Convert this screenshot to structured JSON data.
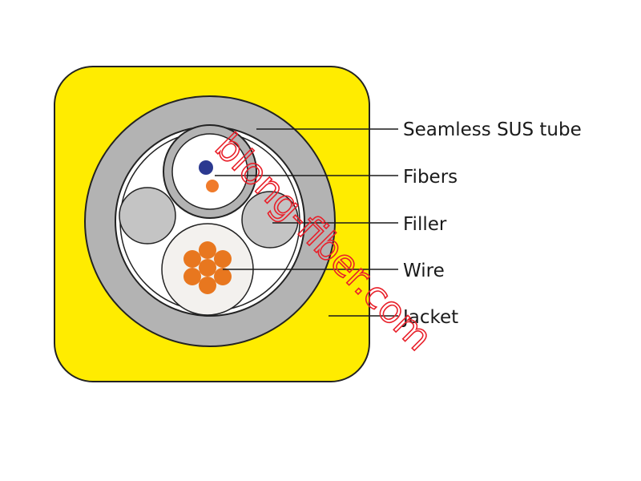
{
  "labels": {
    "sus_tube": "Seamless SUS tube",
    "fibers": "Fibers",
    "filler": "Filler",
    "wire": "Wire",
    "jacket": "Jacket"
  },
  "watermark": "blong-fiber.com",
  "colors": {
    "jacket": "#ffec00",
    "tube": "#b3b3b3",
    "outline": "#222222",
    "filler": "#c4c4c4",
    "wire_bundle": "#f3f1ee",
    "wire_strand": "#e8771f",
    "fiber_blue": "#2b3990",
    "fiber_orange": "#f07b2b",
    "watermark": "#e8202a"
  }
}
